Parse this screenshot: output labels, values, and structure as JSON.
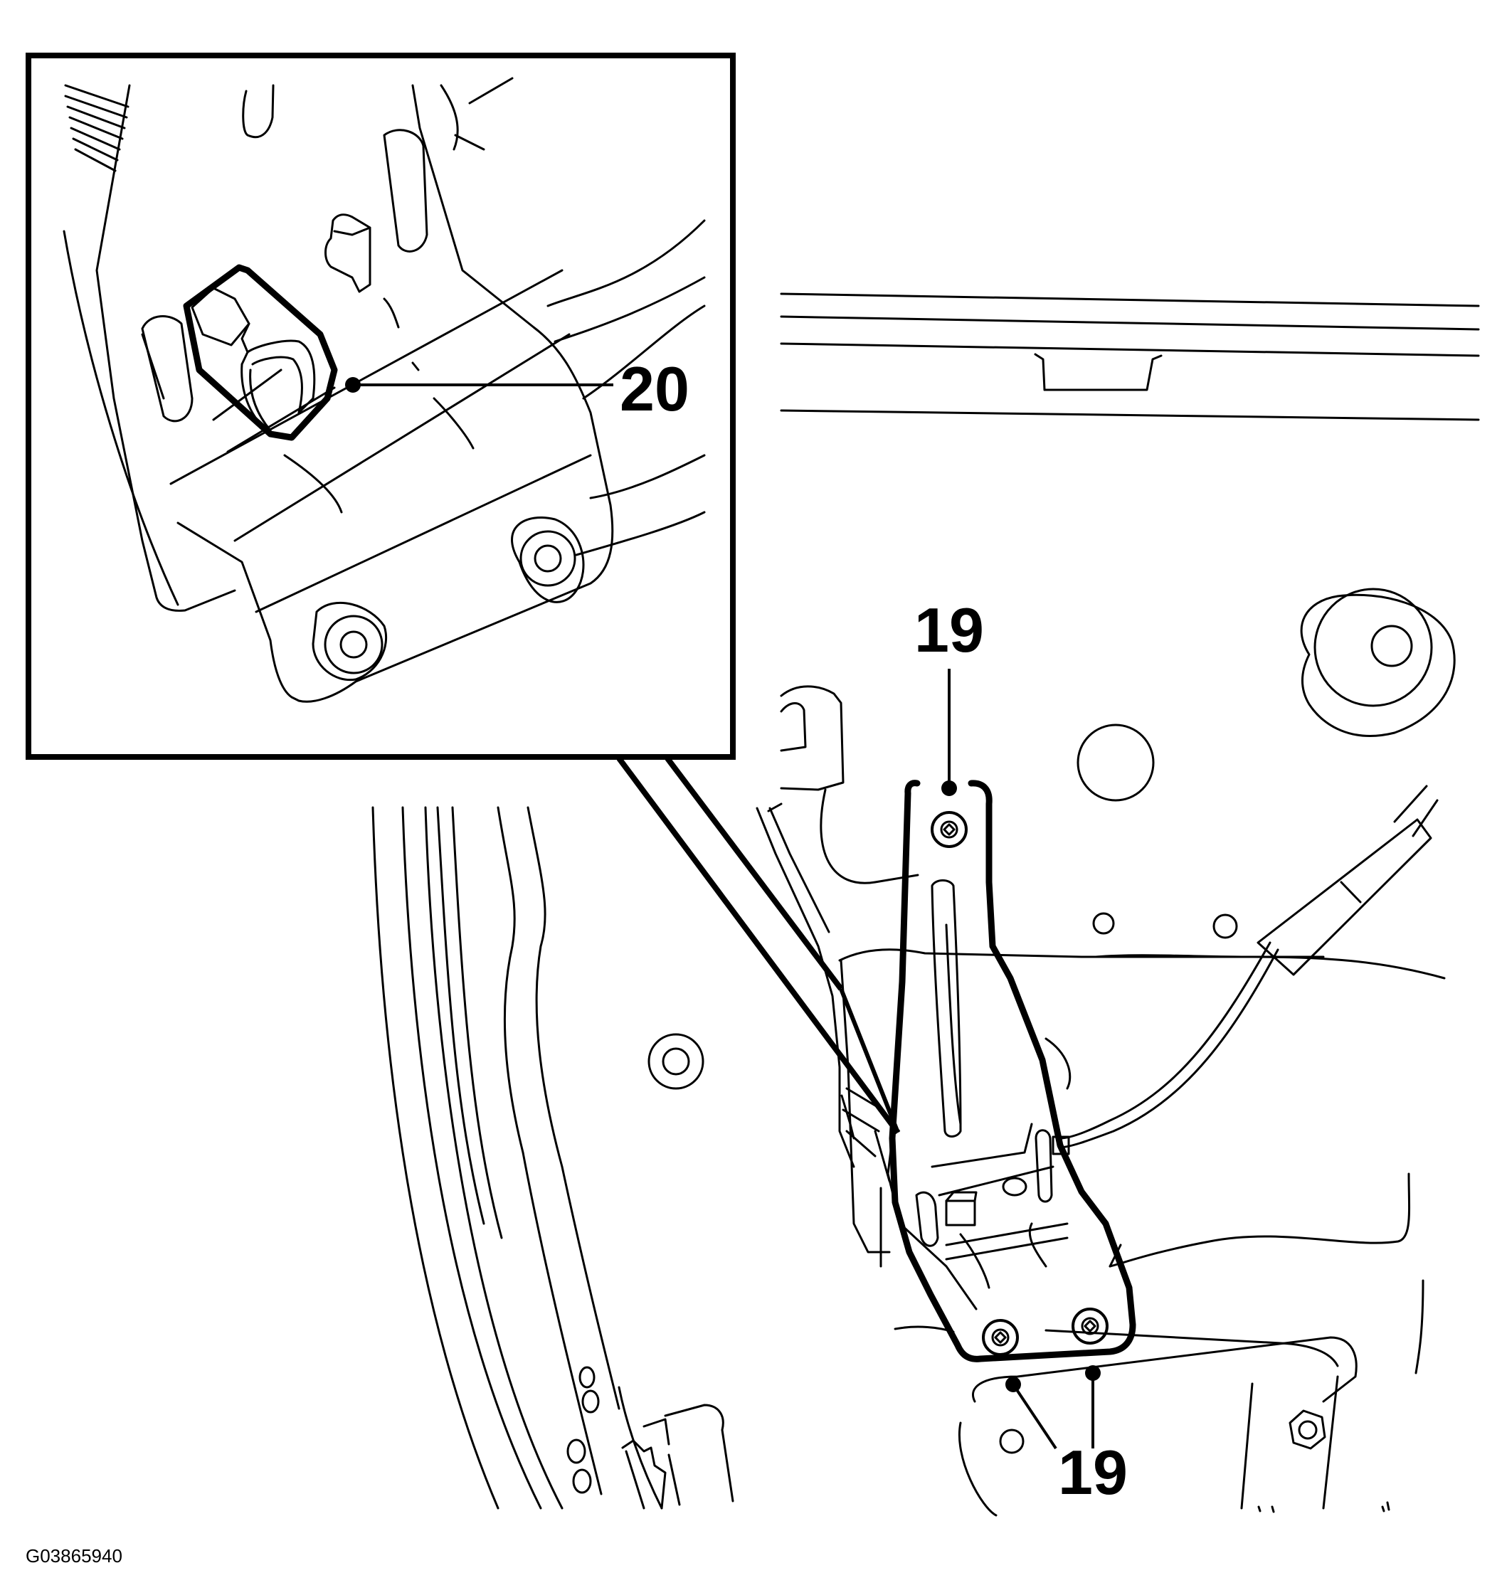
{
  "callouts": {
    "inset_part": "20",
    "top_bolt": "19",
    "bottom_bolts": "19"
  },
  "figure_id": "G03865940"
}
